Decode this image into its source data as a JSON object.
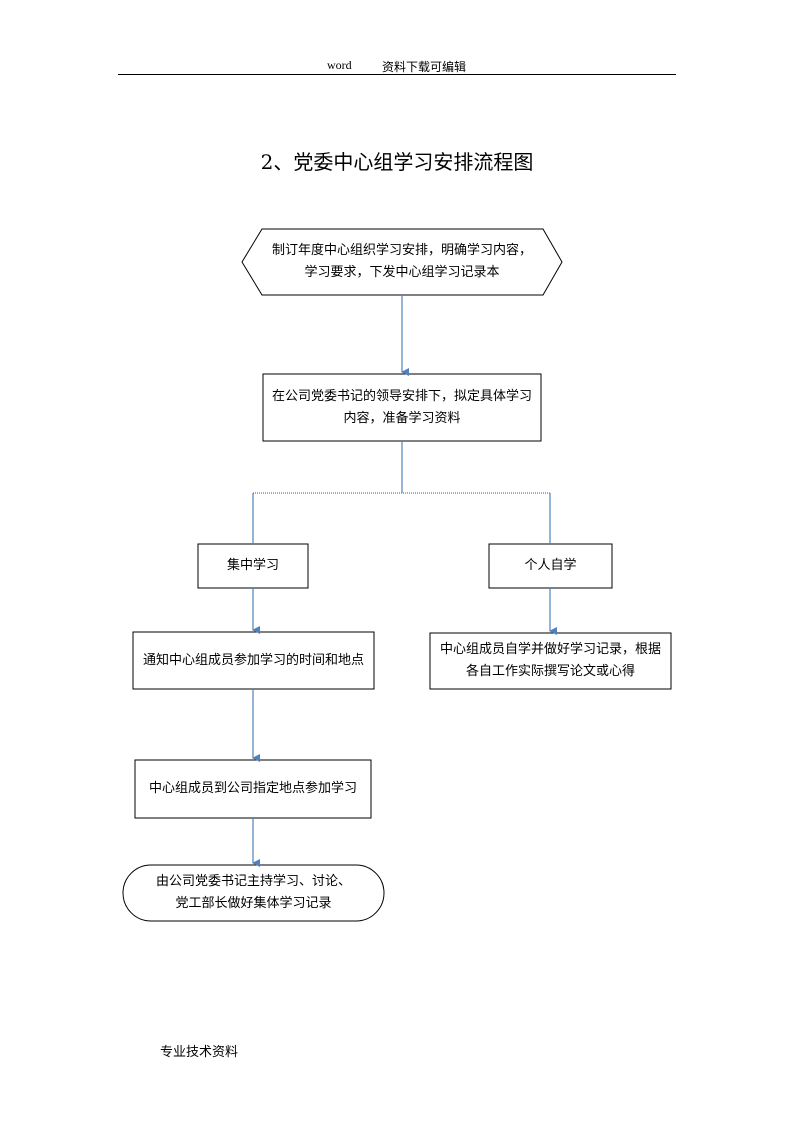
{
  "header": {
    "left": "word",
    "right": "资料下载可编辑"
  },
  "title": "2、党委中心组学习安排流程图",
  "nodes": {
    "start": "制订年度中心组织学习安排，明确学习内容，学习要求，下发中心组学习记录本",
    "prepare": "在公司党委书记的领导安排下，拟定具体学习内容，准备学习资料",
    "central": "集中学习",
    "self": "个人自学",
    "notify": "通知中心组成员参加学习的时间和地点",
    "self_record": "中心组成员自学并做好学习记录，根据各自工作实际撰写论文或心得",
    "attend": "中心组成员到公司指定地点参加学习",
    "end": "由公司党委书记主持学习、讨论、党工部长做好集体学习记录"
  },
  "footer": "专业技术资料",
  "colors": {
    "connector": "#4f81bd",
    "border": "#000000"
  }
}
